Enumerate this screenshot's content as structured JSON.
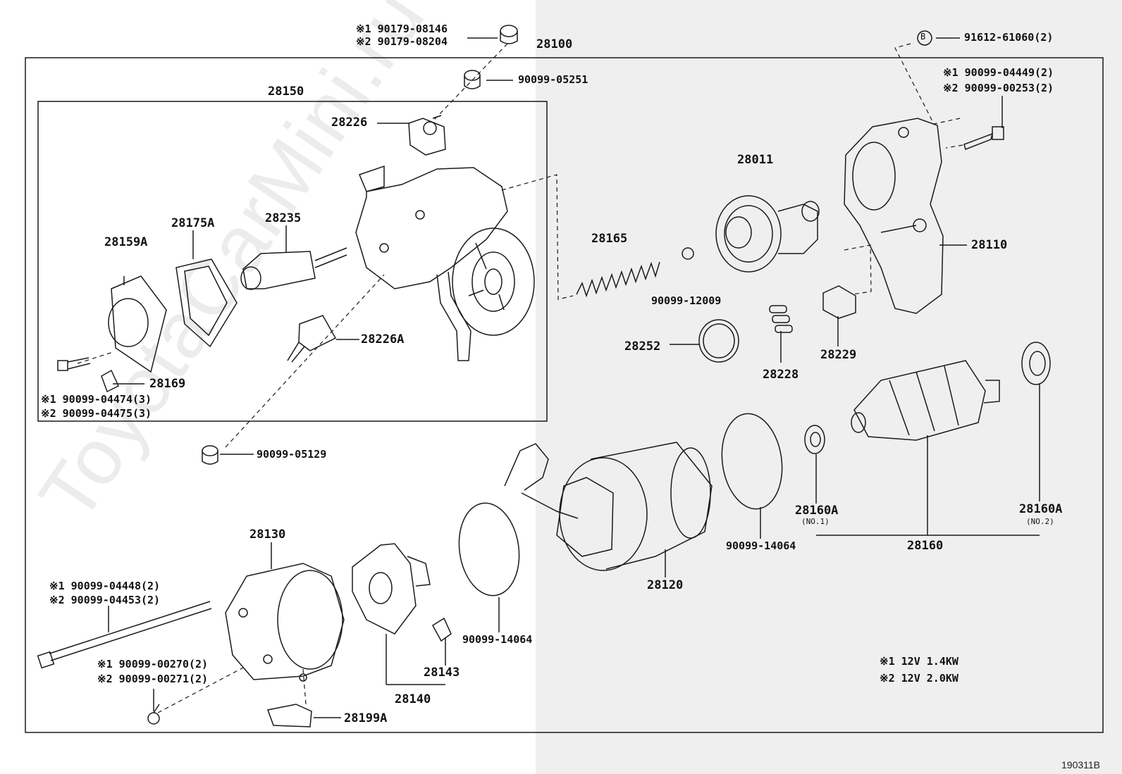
{
  "watermark": "ToyotaCarMini.ru",
  "doc_number": "190311B",
  "assembly": {
    "main": "28100",
    "solenoid_assy": "28150"
  },
  "parts": {
    "p28226": "28226",
    "p28235": "28235",
    "p28175A": "28175A",
    "p28159A": "28159A",
    "p28226A": "28226A",
    "p28169": "28169",
    "p28165": "28165",
    "p28011": "28011",
    "p28110": "28110",
    "p28252": "28252",
    "p28228": "28228",
    "p28229": "28229",
    "p28130": "28130",
    "p28120": "28120",
    "p28160A1": "28160A",
    "p28160A1_sub": "(NO.1)",
    "p28160A2": "28160A",
    "p28160A2_sub": "(NO.2)",
    "p28160": "28160",
    "p28140": "28140",
    "p28143": "28143",
    "p28199A": "28199A"
  },
  "fasteners": {
    "cap_top_1": "※1 90179-08146",
    "cap_top_2": "※2 90179-08204",
    "nut_05251": "90099-05251",
    "bolt_b": "91612-61060(2)",
    "bolt_b_mark": "B",
    "bolt_28110_1": "※1 90099-04449(2)",
    "bolt_28110_2": "※2 90099-00253(2)",
    "ball_12009": "90099-12009",
    "screw_28159_1": "※1 90099-04474(3)",
    "screw_28159_2": "※2 90099-04475(3)",
    "nut_05129": "90099-05129",
    "oring_right": "90099-14064",
    "oring_left": "90099-14064",
    "bolt_thru_1": "※1 90099-04448(2)",
    "bolt_thru_2": "※2 90099-04453(2)",
    "screw_28130_1": "※1 90099-00270(2)",
    "screw_28130_2": "※2 90099-00271(2)"
  },
  "notes": {
    "n1": "※1 12V 1.4KW",
    "n2": "※2 12V 2.0KW"
  }
}
